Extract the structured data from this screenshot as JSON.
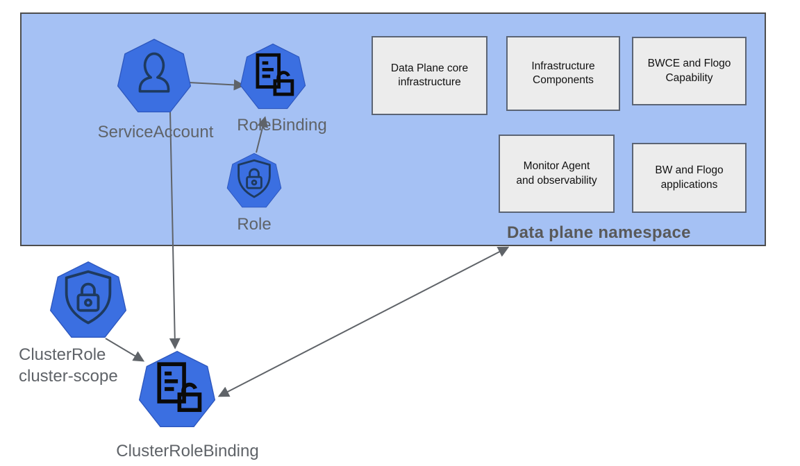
{
  "namespace": {
    "title": "Data plane namespace",
    "boxes": [
      {
        "label": "Data Plane core\ninfrastructure"
      },
      {
        "label": "Infrastructure\nComponents"
      },
      {
        "label": "BWCE and Flogo\nCapability"
      },
      {
        "label": "Monitor Agent\nand observability"
      },
      {
        "label": "BW and Flogo\napplications"
      }
    ]
  },
  "nodes": {
    "service_account": {
      "label": "ServiceAccount",
      "icon": "user-icon"
    },
    "role_binding": {
      "label": "RoleBinding",
      "icon": "document-lock-icon"
    },
    "role": {
      "label": "Role",
      "icon": "shield-lock-icon"
    },
    "cluster_role": {
      "label": "ClusterRole\ncluster-scope",
      "icon": "shield-lock-icon"
    },
    "cluster_role_binding": {
      "label": "ClusterRoleBinding",
      "icon": "document-lock-icon"
    }
  },
  "edges": [
    {
      "from": "ServiceAccount",
      "to": "RoleBinding",
      "arrows": "one-way"
    },
    {
      "from": "Role",
      "to": "RoleBinding",
      "arrows": "one-way"
    },
    {
      "from": "ServiceAccount",
      "to": "ClusterRoleBinding",
      "arrows": "one-way"
    },
    {
      "from": "ClusterRole",
      "to": "ClusterRoleBinding",
      "arrows": "one-way"
    },
    {
      "from": "ClusterRoleBinding",
      "to": "Data plane namespace",
      "arrows": "two-way"
    }
  ],
  "colors": {
    "namespace_fill": "#a5c1f4",
    "node_fill": "#3b6fe1",
    "node_icon_navy": "#1e3a5f",
    "binding_icon_black": "#0a0a0a",
    "infra_box_fill": "#ececec",
    "arrow": "#5f6368",
    "label_text": "#5f6368",
    "namespace_title_text": "#595959"
  }
}
